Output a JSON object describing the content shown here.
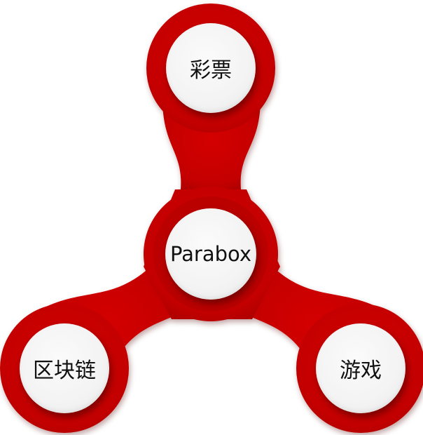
{
  "diagram": {
    "colors": {
      "arm": "#c40000",
      "arm_dark": "#9a0000",
      "node_fill": "#f4f4f4",
      "text": "#111111"
    },
    "nodes": {
      "top": "彩票",
      "center": "Parabox",
      "left": "区块链",
      "right": "游戏"
    }
  }
}
